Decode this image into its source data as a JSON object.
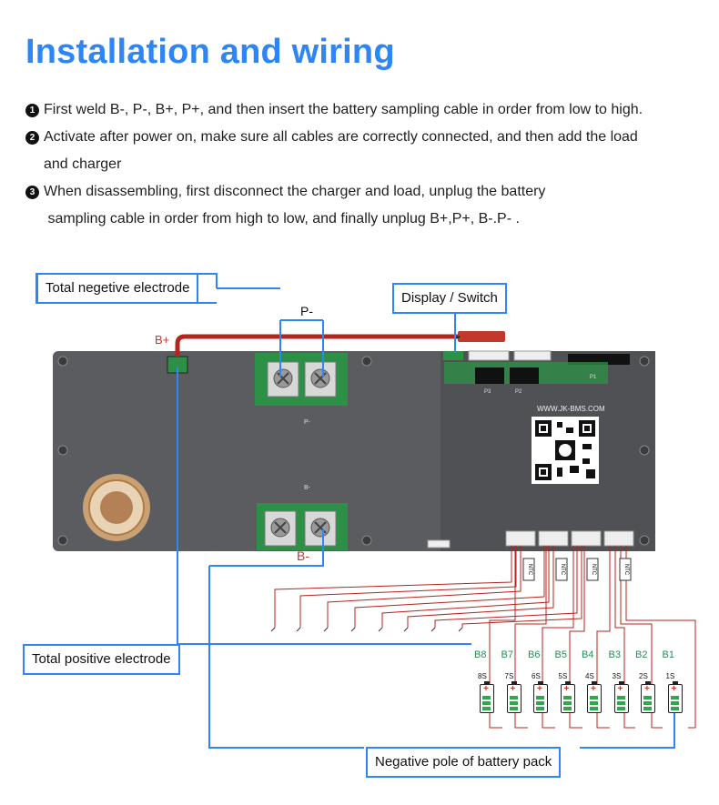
{
  "title": "Installation and wiring",
  "steps": [
    {
      "num": "1",
      "lines": [
        "First weld B-, P-, B+, P+, and then insert the battery sampling cable in order from low to high."
      ]
    },
    {
      "num": "2",
      "lines": [
        "Activate after power on, make sure all cables are correctly connected, and then add the load",
        "and charger"
      ]
    },
    {
      "num": "3",
      "lines": [
        "When disassembling, first disconnect the charger and load, unplug the battery",
        " sampling cable in order from high to low, and finally unplug B+,P+, B-.P- ."
      ]
    }
  ],
  "callouts": {
    "total_negative": "Total negetive electrode",
    "display_switch": "Display / Switch",
    "total_positive": "Total positive electrode",
    "negative_pole": "Negative pole of battery pack"
  },
  "labels": {
    "b_plus": "B+",
    "p_minus": "P-",
    "b_minus": "B-",
    "board_p": "P-",
    "board_b": "B-",
    "url": "WWW.JK-BMS.COM",
    "p1": "P1",
    "p2": "P2",
    "p3": "P3",
    "ntc": "NTC"
  },
  "batteries": [
    {
      "group": "B8",
      "cells": "8S"
    },
    {
      "group": "B7",
      "cells": "7S"
    },
    {
      "group": "B6",
      "cells": "6S"
    },
    {
      "group": "B5",
      "cells": "5S"
    },
    {
      "group": "B4",
      "cells": "4S"
    },
    {
      "group": "B3",
      "cells": "3S"
    },
    {
      "group": "B2",
      "cells": "2S"
    },
    {
      "group": "B1",
      "cells": "1S"
    }
  ],
  "colors": {
    "accent": "#2e86f5",
    "board": "#5a5c60",
    "wire_red": "#b3261e",
    "battery_green": "#2ea84a",
    "label_green": "#2b8a57",
    "label_red": "#c0392b"
  }
}
